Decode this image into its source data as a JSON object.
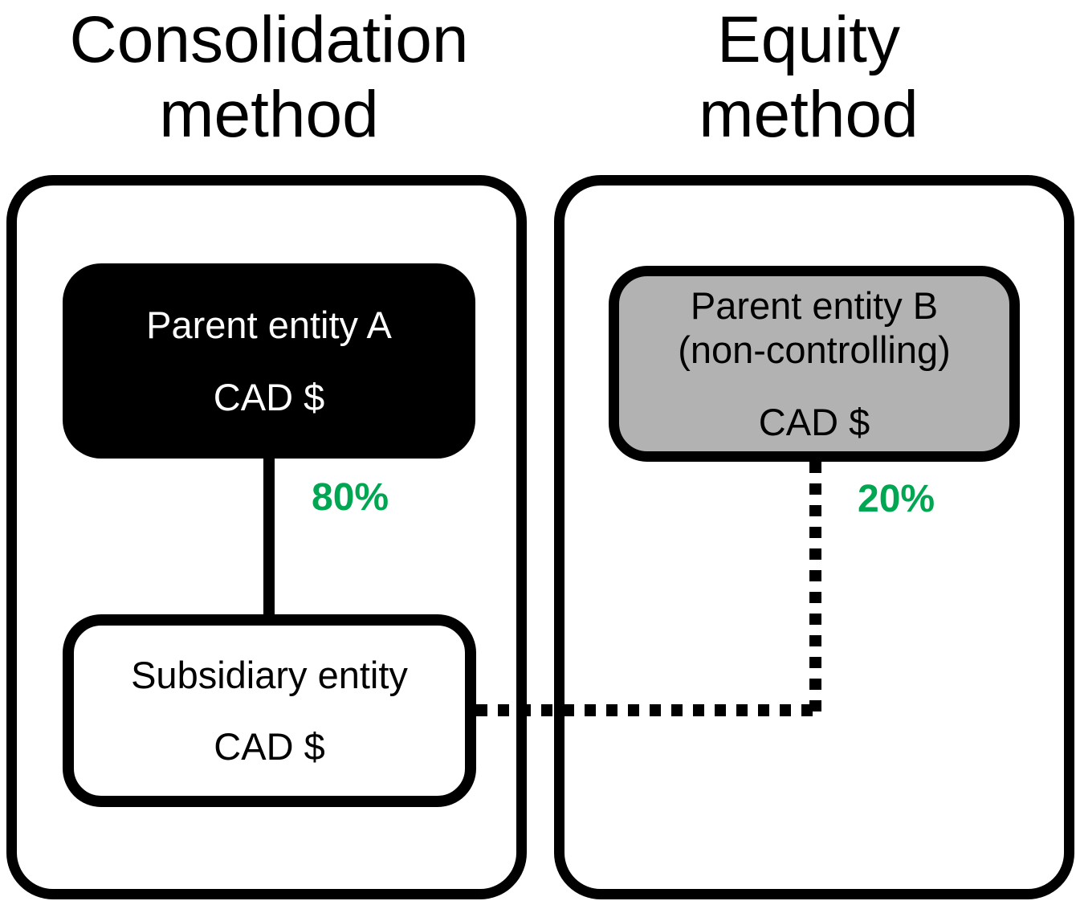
{
  "colors": {
    "ownership_green": "#00A651",
    "parent_b_fill": "#B2B2B2",
    "line_black": "#000000",
    "background": "#FFFFFF"
  },
  "left_panel": {
    "title": "Consolidation\nmethod",
    "parent_box": {
      "name_line": "Parent entity A",
      "currency_line": "CAD $"
    },
    "ownership_label": "80%",
    "subsidiary_box": {
      "name_line": "Subsidiary entity",
      "currency_line": "CAD $"
    }
  },
  "right_panel": {
    "title": "Equity\nmethod",
    "parent_box": {
      "name_line": "Parent entity B",
      "qualifier_line": "(non-controlling)",
      "currency_line": "CAD $"
    },
    "ownership_label": "20%"
  }
}
